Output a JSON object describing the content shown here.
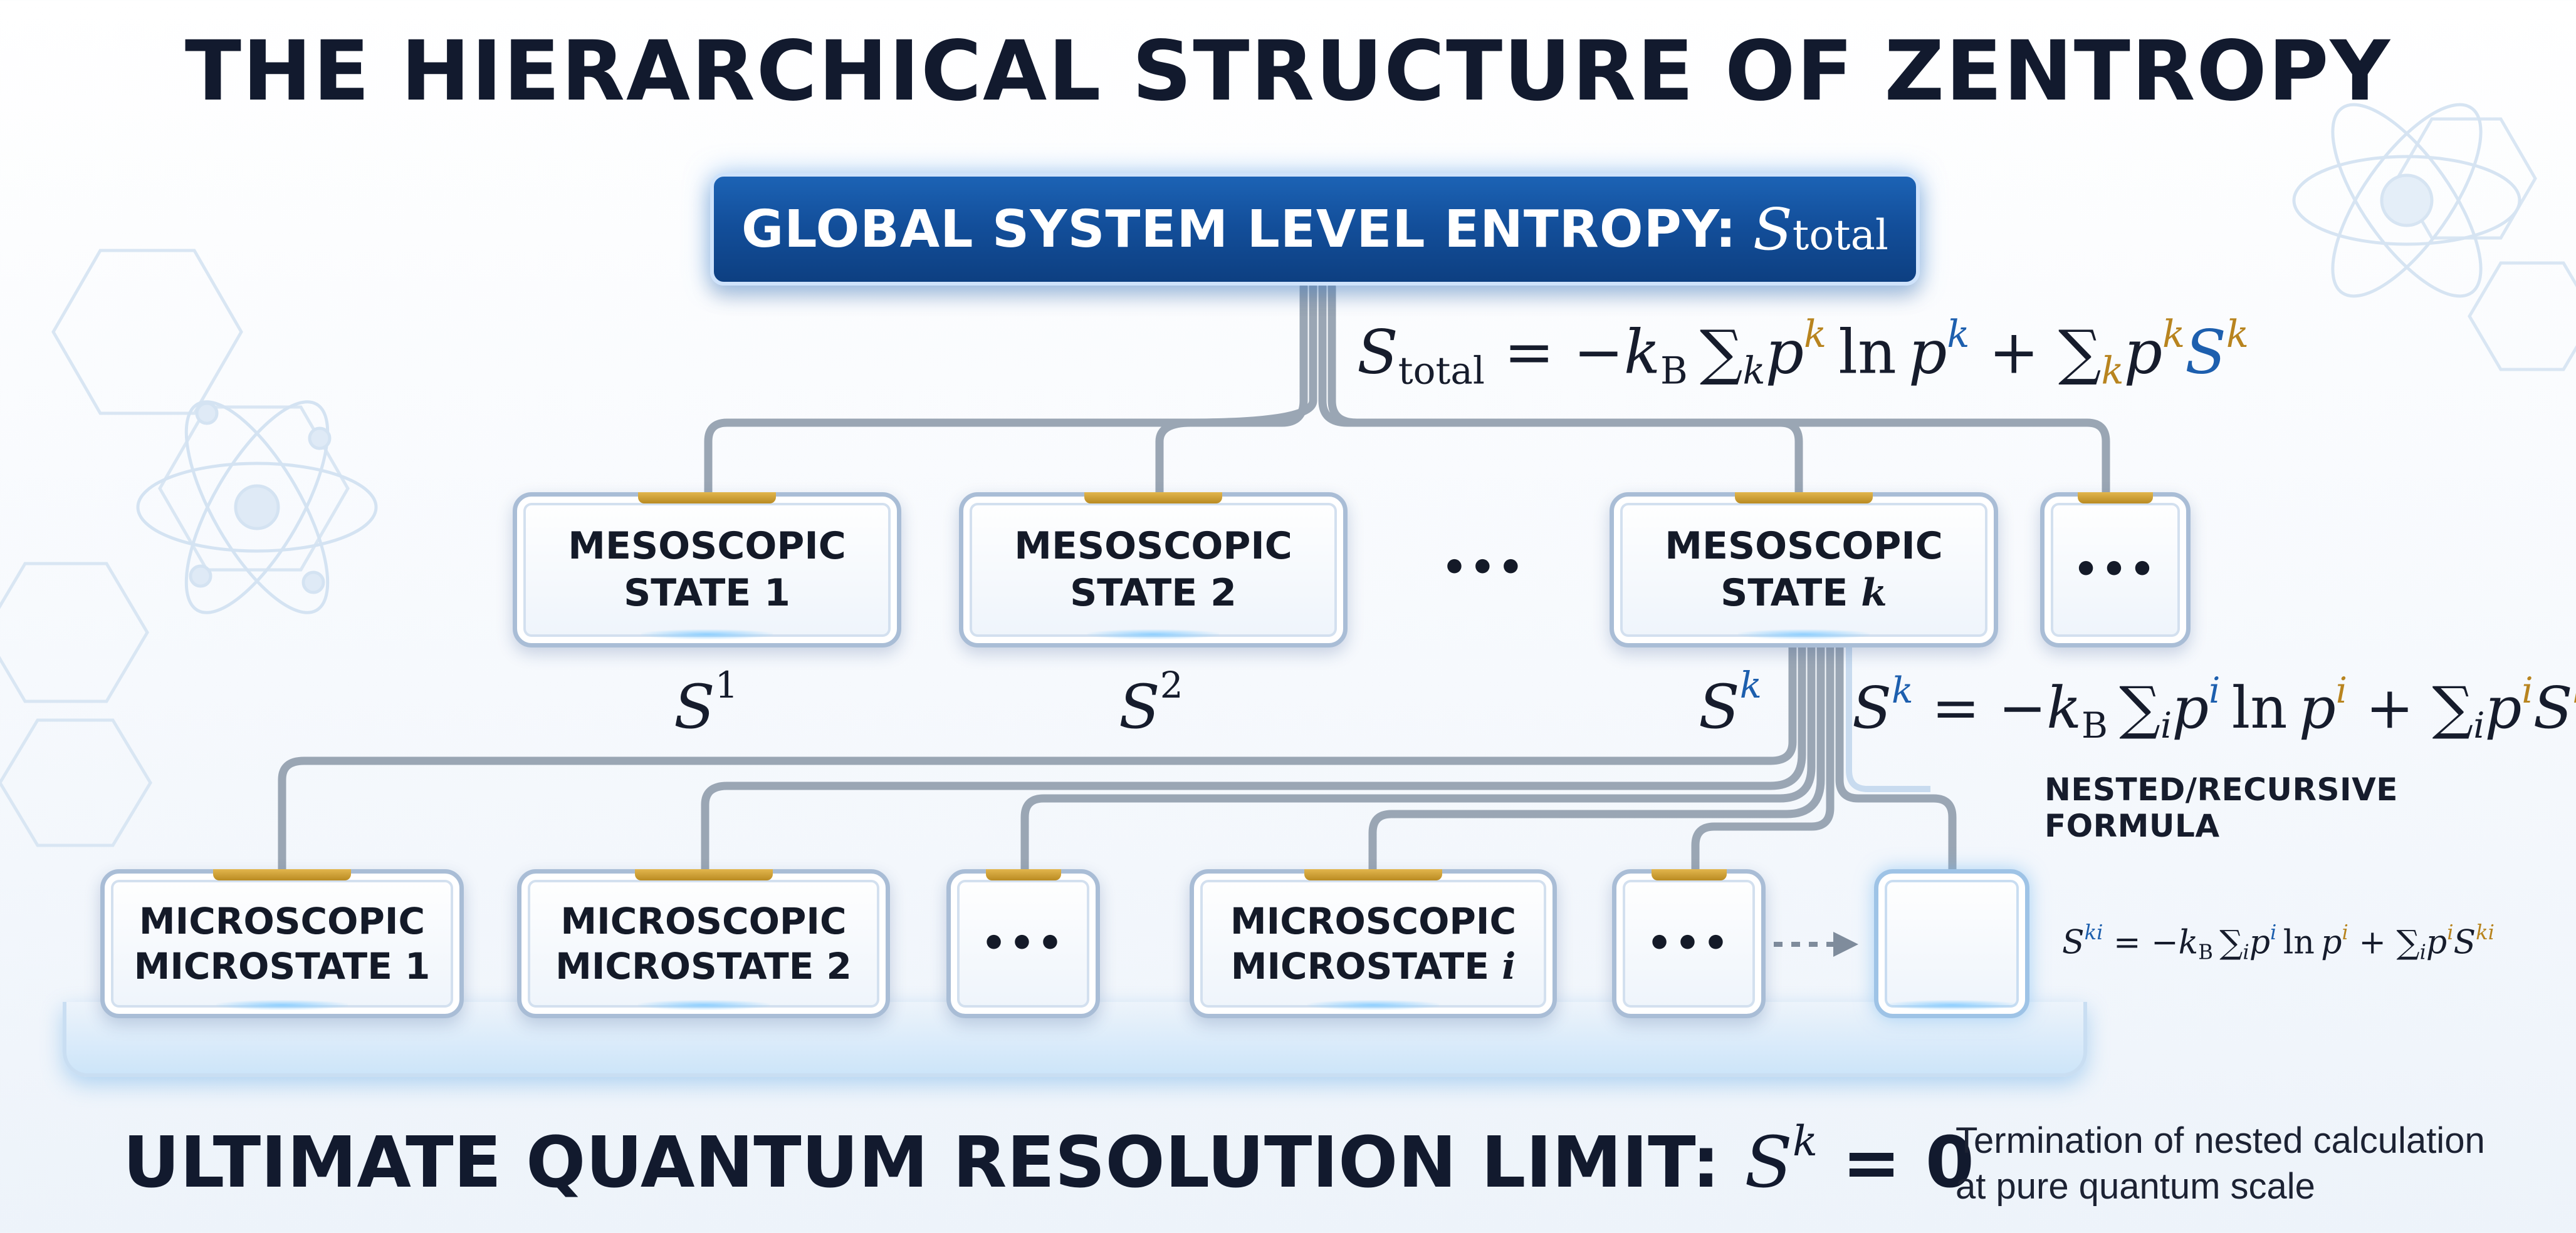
{
  "title": "THE HIERARCHICAL STRUCTURE OF ZENTROPY",
  "global": {
    "label": "GLOBAL SYSTEM LEVEL ENTROPY:",
    "symbol": "S",
    "subscript": "total"
  },
  "formula_total": {
    "lhs": "S",
    "lhs_sub": "total",
    "rhs": "= −k_B Σ_k p^k ln p^k + Σ_k p^k S^k"
  },
  "mesoscopic": [
    {
      "line1": "MESOSCOPIC",
      "line2": "STATE 1",
      "entropy": "S",
      "sup": "1"
    },
    {
      "line1": "MESOSCOPIC",
      "line2": "STATE 2",
      "entropy": "S",
      "sup": "2"
    },
    {
      "ellipsis": "•••"
    },
    {
      "line1": "MESOSCOPIC",
      "line2_prefix": "STATE ",
      "line2_var": "k",
      "entropy": "S",
      "sup": "k"
    },
    {
      "ellipsis": "•••"
    }
  ],
  "formula_state": {
    "lhs": "S^k",
    "rhs": "= −k_B Σ_i p^i ln p^i + Σ_i p^i S^ki",
    "caption": "NESTED/RECURSIVE FORMULA"
  },
  "microscopic": [
    {
      "line1": "MICROSCOPIC",
      "line2": "MICROSTATE 1"
    },
    {
      "line1": "MICROSCOPIC",
      "line2": "MICROSTATE 2"
    },
    {
      "ellipsis": "•••"
    },
    {
      "line1": "MICROSCOPIC",
      "line2_prefix": "MICROSTATE ",
      "line2_var": "i"
    },
    {
      "ellipsis": "•••"
    },
    {
      "blank": true
    }
  ],
  "formula_micro": {
    "lhs": "S^ki",
    "rhs": "= −k_B Σ_i p^i ln p^i + Σ_i p^i S^ki"
  },
  "bottom": {
    "label": "ULTIMATE QUANTUM RESOLUTION LIMIT:",
    "symbol": "S",
    "sup": "k",
    "value": "= 0"
  },
  "note": {
    "line1": "Termination of nested calculation",
    "line2": "at pure quantum scale"
  },
  "colors": {
    "navy": "#134f9b",
    "gold": "#b8841f",
    "blue": "#1d5fae",
    "text": "#121a2e"
  },
  "icons": [
    "atom-icon",
    "hexagon-icon"
  ]
}
